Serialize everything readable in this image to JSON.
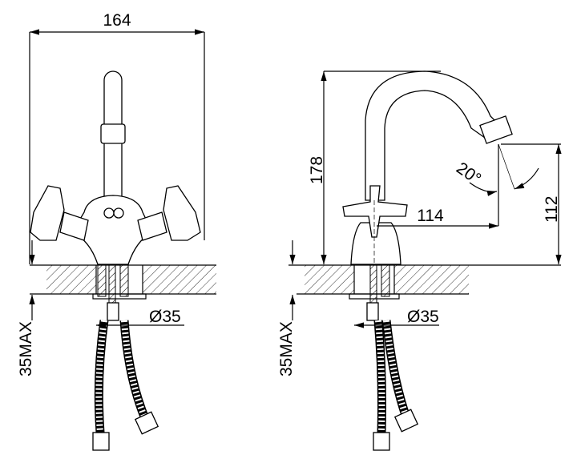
{
  "drawing": {
    "front_view": {
      "width_label": "164",
      "hole_diameter_label": "Ø35",
      "counter_thickness_label": "35MAX"
    },
    "side_view": {
      "height_label": "178",
      "reach_label": "114",
      "outlet_height_label": "112",
      "swivel_angle_label": "20°",
      "hole_diameter_label": "Ø35",
      "counter_thickness_label": "35MAX"
    }
  }
}
